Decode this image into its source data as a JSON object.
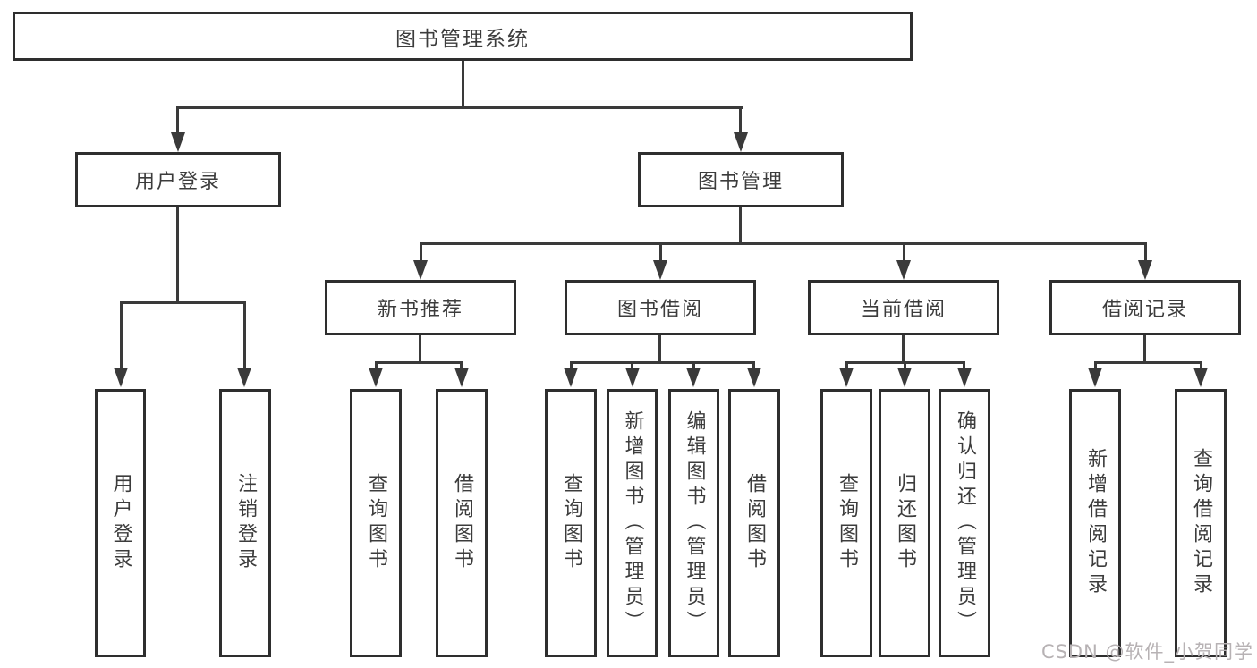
{
  "diagram": {
    "root": {
      "label": "图书管理系统"
    },
    "level2": [
      {
        "label": "用户登录"
      },
      {
        "label": "图书管理"
      }
    ],
    "level3": [
      {
        "label": "新书推荐",
        "parent": "图书管理"
      },
      {
        "label": "图书借阅",
        "parent": "图书管理"
      },
      {
        "label": "当前借阅",
        "parent": "图书管理"
      },
      {
        "label": "借阅记录",
        "parent": "图书管理"
      }
    ],
    "leaves": [
      {
        "label": "用户登录",
        "parent": "用户登录"
      },
      {
        "label": "注销登录",
        "parent": "用户登录"
      },
      {
        "label": "查询图书",
        "parent": "新书推荐"
      },
      {
        "label": "借阅图书",
        "parent": "新书推荐"
      },
      {
        "label": "查询图书",
        "parent": "图书借阅"
      },
      {
        "label": "新增图书（管理员）",
        "parent": "图书借阅"
      },
      {
        "label": "编辑图书（管理员）",
        "parent": "图书借阅"
      },
      {
        "label": "借阅图书",
        "parent": "图书借阅"
      },
      {
        "label": "查询图书",
        "parent": "当前借阅"
      },
      {
        "label": "归还图书",
        "parent": "当前借阅"
      },
      {
        "label": "确认归还（管理员）",
        "parent": "当前借阅"
      },
      {
        "label": "新增借阅记录",
        "parent": "借阅记录"
      },
      {
        "label": "查询借阅记录",
        "parent": "借阅记录"
      }
    ],
    "watermark": "CSDN @软件_小贺同学",
    "colors": {
      "line": "#3a3a3a",
      "border": "#2e2e2e",
      "text": "#3c3c3c",
      "watermark": "#b7b2b4",
      "background": "#ffffff"
    }
  }
}
